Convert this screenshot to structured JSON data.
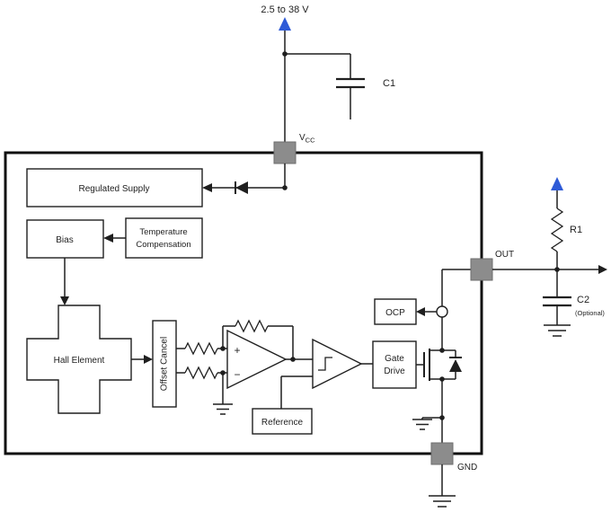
{
  "schematic": {
    "supply_label": "2.5 to 38 V",
    "pins": {
      "vcc_base": "V",
      "vcc_sub": "CC",
      "out": "OUT",
      "gnd": "GND"
    },
    "external_components": {
      "c1": "C1",
      "r1": "R1",
      "c2": "C2",
      "c2_note": "(Optional)"
    },
    "blocks": {
      "regulated_supply": "Regulated Supply",
      "bias": "Bias",
      "temperature_compensation": {
        "line1": "Temperature",
        "line2": "Compensation"
      },
      "hall_element": "Hall Element",
      "offset_cancel": "Offset Cancel",
      "reference": "Reference",
      "gate_drive": {
        "line1": "Gate",
        "line2": "Drive"
      },
      "ocp": "OCP"
    },
    "opamp": {
      "noninverting": "+",
      "inverting": "−"
    },
    "colors": {
      "supply_arrow_blue": "#2f5bd7",
      "pin_gray": "#8c8c8c",
      "wire_black": "#1f1f1f"
    }
  }
}
